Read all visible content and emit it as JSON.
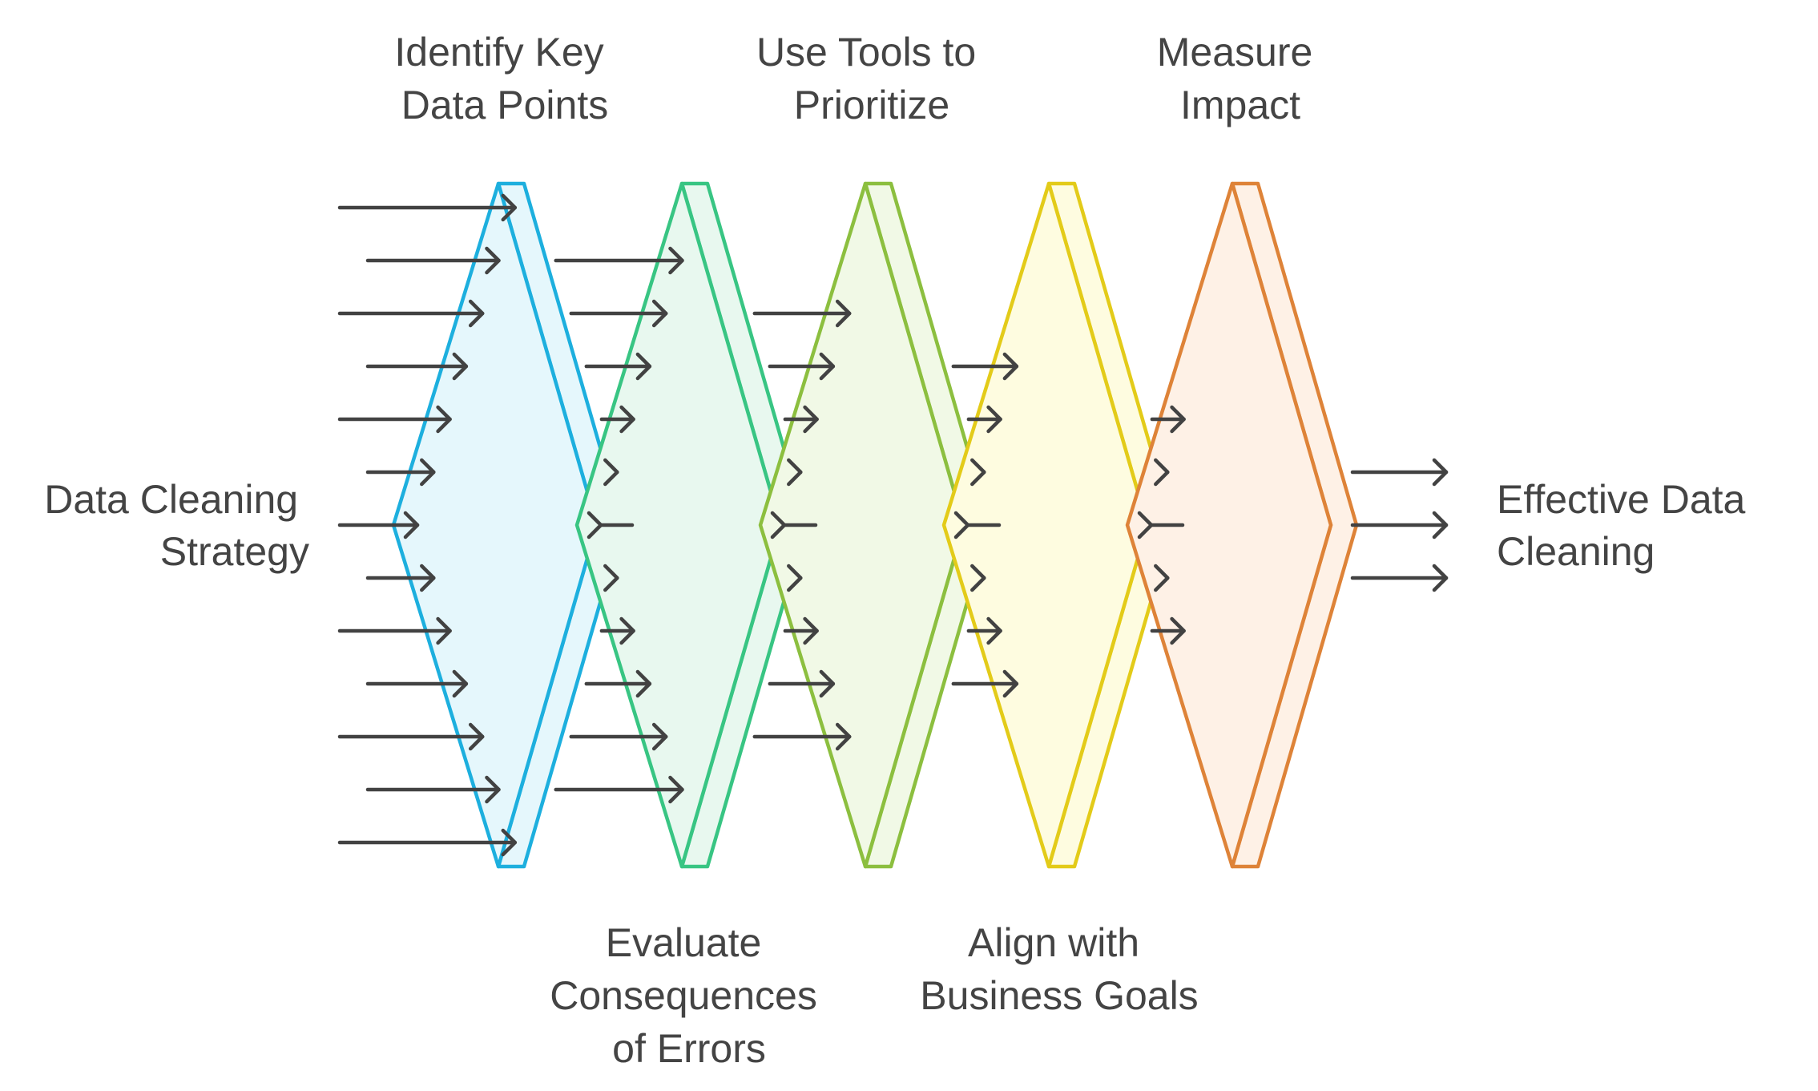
{
  "input_label": [
    "Data Cleaning",
    "Strategy"
  ],
  "output_label": [
    "Effective Data",
    "Cleaning"
  ],
  "colors": {
    "text": "#444444",
    "arrow": "#424242"
  },
  "stages": [
    {
      "name": "identify",
      "label_pos": "top",
      "label": [
        "Identify Key",
        "Data Points"
      ],
      "stroke": "#1DAFDE",
      "fill": "#E5F7FC",
      "icon": "chevron-stage-1"
    },
    {
      "name": "evaluate",
      "label_pos": "bottom",
      "label": [
        "Evaluate",
        "Consequences",
        "of Errors"
      ],
      "stroke": "#38C583",
      "fill": "#E8F8EF",
      "icon": "chevron-stage-2"
    },
    {
      "name": "prioritize",
      "label_pos": "top",
      "label": [
        "Use Tools to",
        "Prioritize"
      ],
      "stroke": "#8CBF3F",
      "fill": "#F1F9E6",
      "icon": "chevron-stage-3"
    },
    {
      "name": "align",
      "label_pos": "bottom",
      "label": [
        "Align with",
        "Business Goals"
      ],
      "stroke": "#E3CB19",
      "fill": "#FEFCE0",
      "icon": "chevron-stage-4"
    },
    {
      "name": "measure",
      "label_pos": "top",
      "label": [
        "Measure",
        "Impact"
      ],
      "stroke": "#DE8338",
      "fill": "#FEF1E6",
      "icon": "chevron-stage-5"
    }
  ],
  "flow_arrow_counts": [
    13,
    11,
    9,
    7,
    5,
    3
  ]
}
